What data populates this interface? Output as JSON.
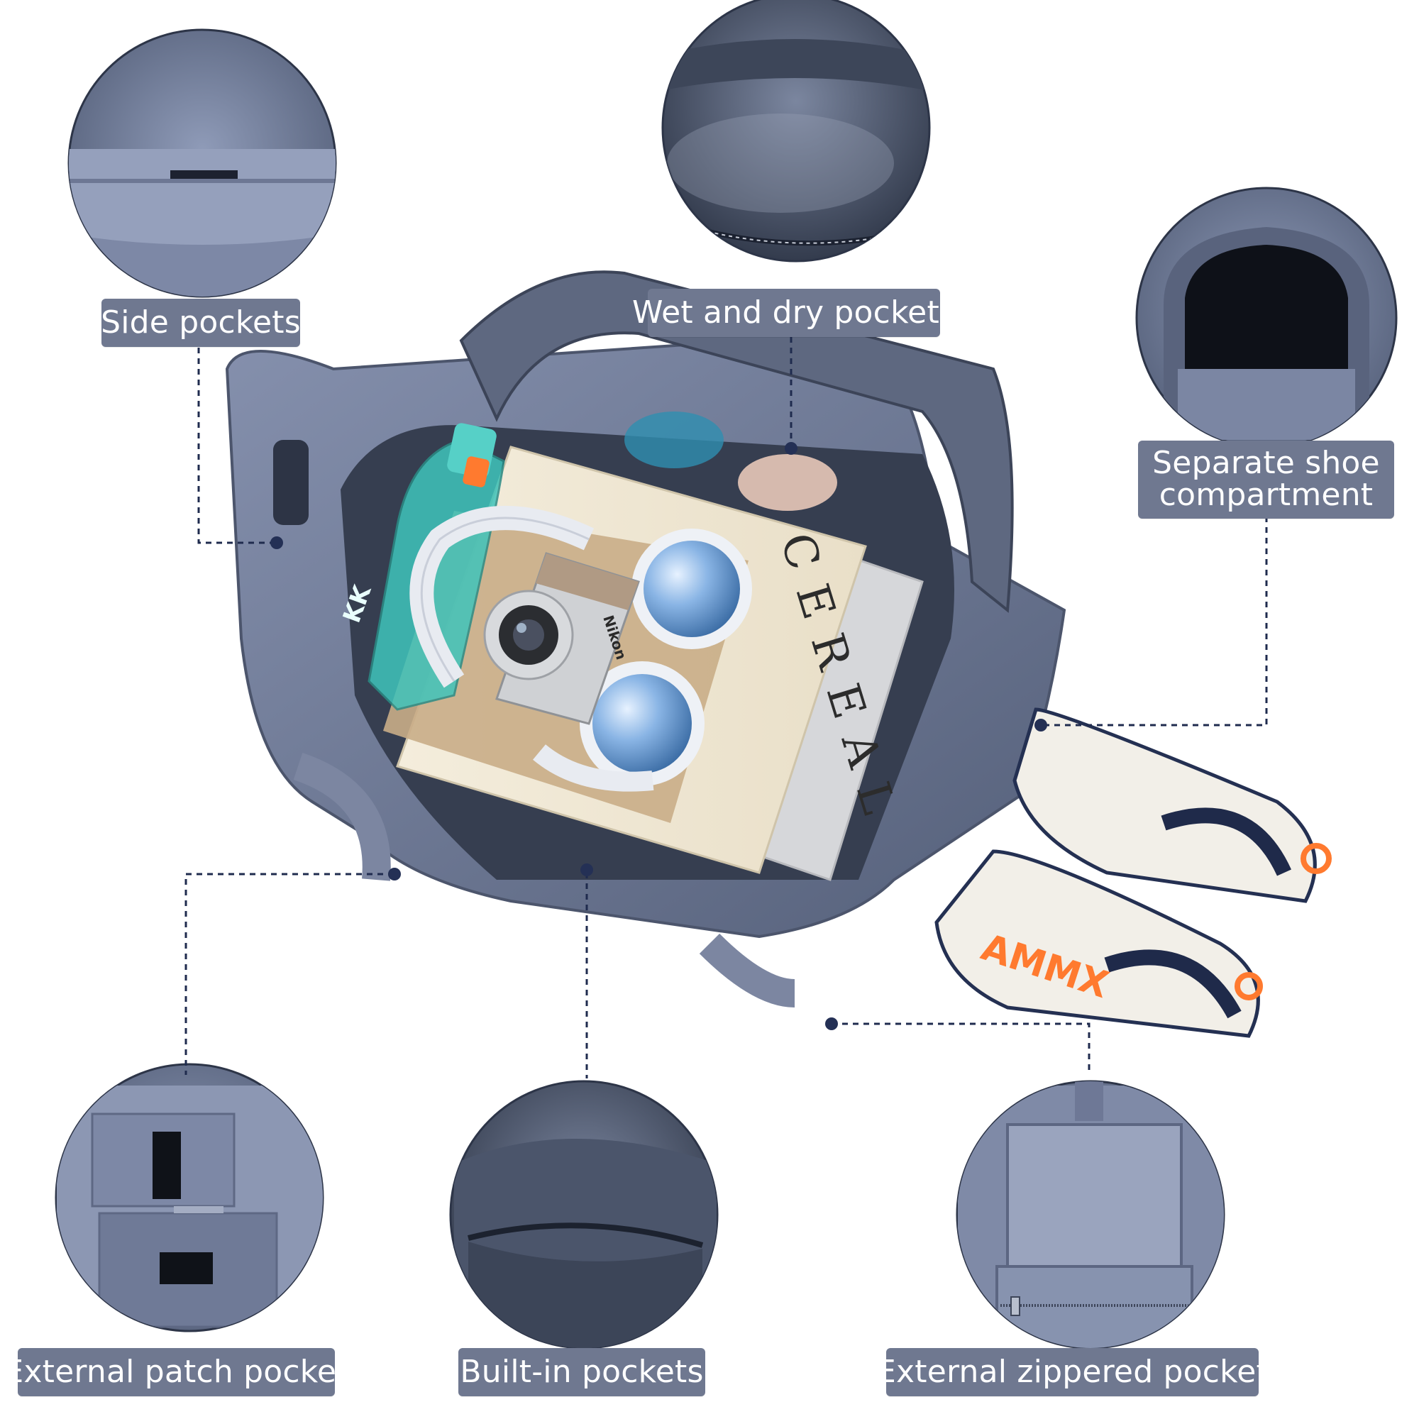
{
  "labels": {
    "side_pockets": "Side pockets",
    "wet_dry_pockets": "Wet and dry pockets",
    "separate_shoe_compartment_line1": "Separate shoe",
    "separate_shoe_compartment_line2": "compartment",
    "external_patch_pocket": "External patch pocket",
    "built_in_pockets": "Built-in pockets",
    "external_zippered_pocket": "External zippered pocket"
  },
  "book_title": "CEREAL",
  "camera_brand": "Nikon",
  "bottle_brand": "KK",
  "shoe_brand_text": "AMMX",
  "icons": {
    "side_pockets_detail": "side-pocket-photo",
    "wet_dry_detail": "wet-dry-pocket-photo",
    "shoe_compartment_detail": "shoe-compartment-photo",
    "patch_pocket_detail": "patch-pocket-photo",
    "built_in_detail": "built-in-pocket-photo",
    "zippered_detail": "zippered-pocket-photo"
  },
  "colors": {
    "label_bg": "#6f7890",
    "label_text": "#ffffff",
    "bag": "#6d7894",
    "bag_dark": "#4a536a",
    "line": "#1f2b4e",
    "accent_orange": "#ff7a2f",
    "bottle_teal": "#3fc4bb"
  }
}
